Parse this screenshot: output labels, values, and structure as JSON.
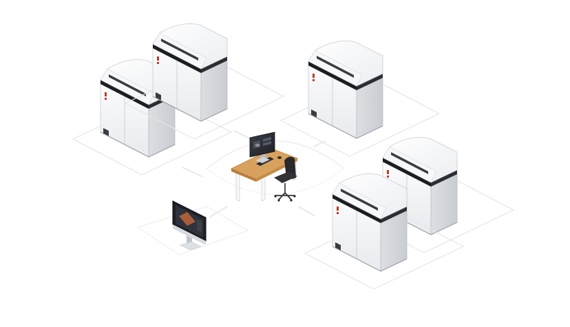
{
  "scene": {
    "background": "#ffffff",
    "colors": {
      "printer_body": "#f2f3f5",
      "printer_shade": "#d9dbdf",
      "printer_dark": "#1c1d21",
      "printer_accent": "#c0392b",
      "floor_line": "#e3e5e8",
      "desk_top": "#d9a15e",
      "desk_side": "#b97f3f",
      "desk_leg": "#f5f5f5",
      "chair": "#2a2a2d",
      "screen": "#2b2d33"
    },
    "printers": [
      {
        "id": "printer-1"
      },
      {
        "id": "printer-2"
      },
      {
        "id": "printer-3"
      },
      {
        "id": "printer-4"
      },
      {
        "id": "printer-5"
      }
    ],
    "workstation": {
      "icon": "desk-with-monitor-and-chair"
    },
    "desktop_computer": {
      "icon": "all-in-one-computer"
    }
  }
}
